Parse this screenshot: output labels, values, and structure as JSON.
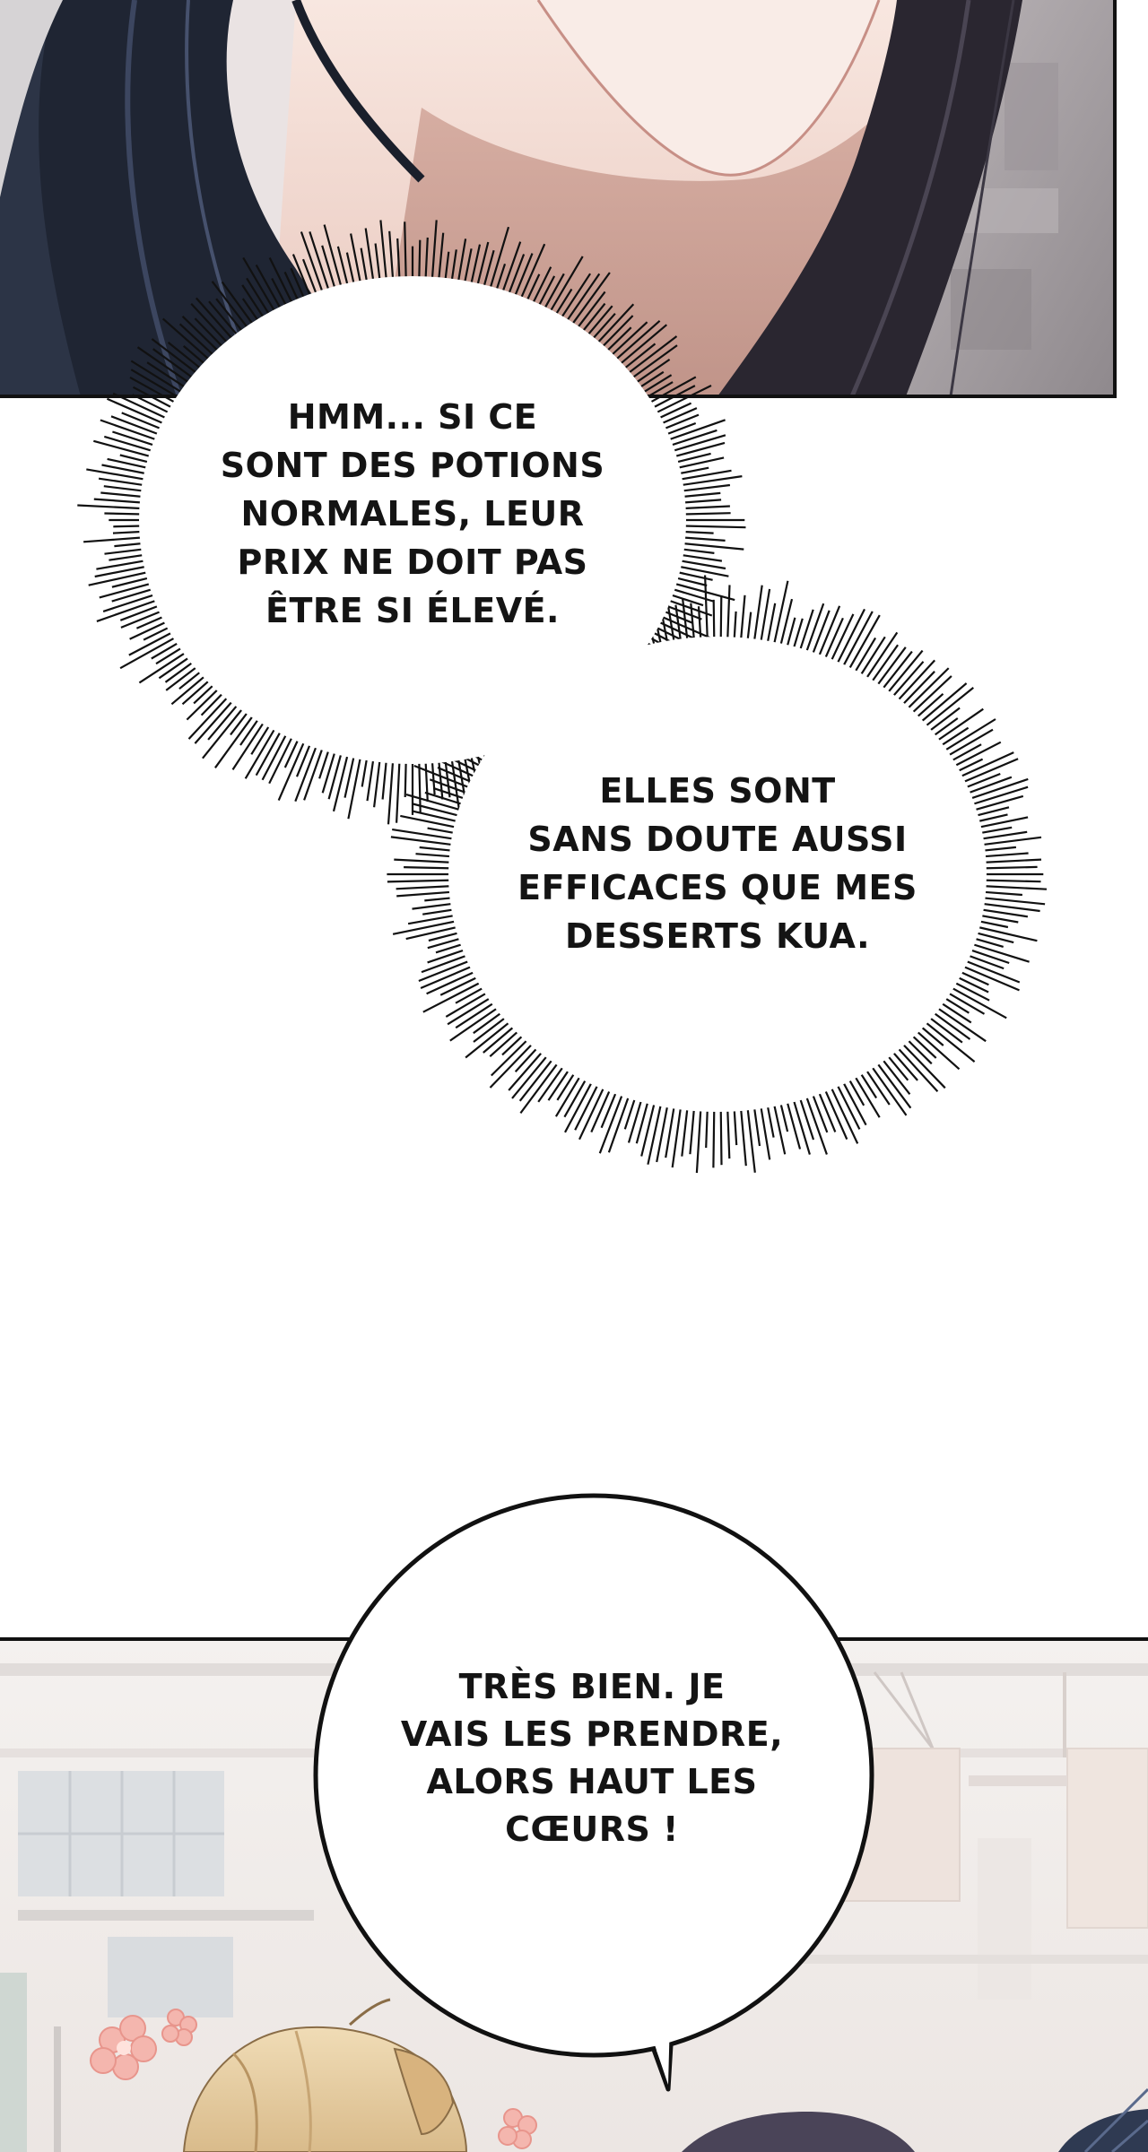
{
  "panels": {
    "top": {
      "description_free": true
    },
    "bottom": {
      "description_free": true
    }
  },
  "bubbles": [
    {
      "lines": [
        "HMM... SI CE",
        "SONT DES POTIONS",
        "NORMALES, LEUR",
        "PRIX NE DOIT PAS",
        "ÊTRE SI ÉLEVÉ."
      ]
    },
    {
      "lines": [
        "ELLES SONT",
        "SANS DOUTE AUSSI",
        "EFFICACES QUE MES",
        "DESSERTS KUA."
      ]
    },
    {
      "lines": [
        "TRÈS BIEN. JE",
        "VAIS LES PRENDRE,",
        "ALORS HAUT LES",
        "CŒURS !"
      ]
    }
  ],
  "colors": {
    "hair_dark": "#1e2433",
    "skin_light": "#f6e4dc",
    "skin_shadow": "#c99a8e",
    "background_right": "#a7a2a6",
    "scene_wall": "#f2eeec",
    "flower_pink": "#f3b3ad",
    "blonde_hair": "#e9d2a8",
    "outline": "#111111"
  }
}
